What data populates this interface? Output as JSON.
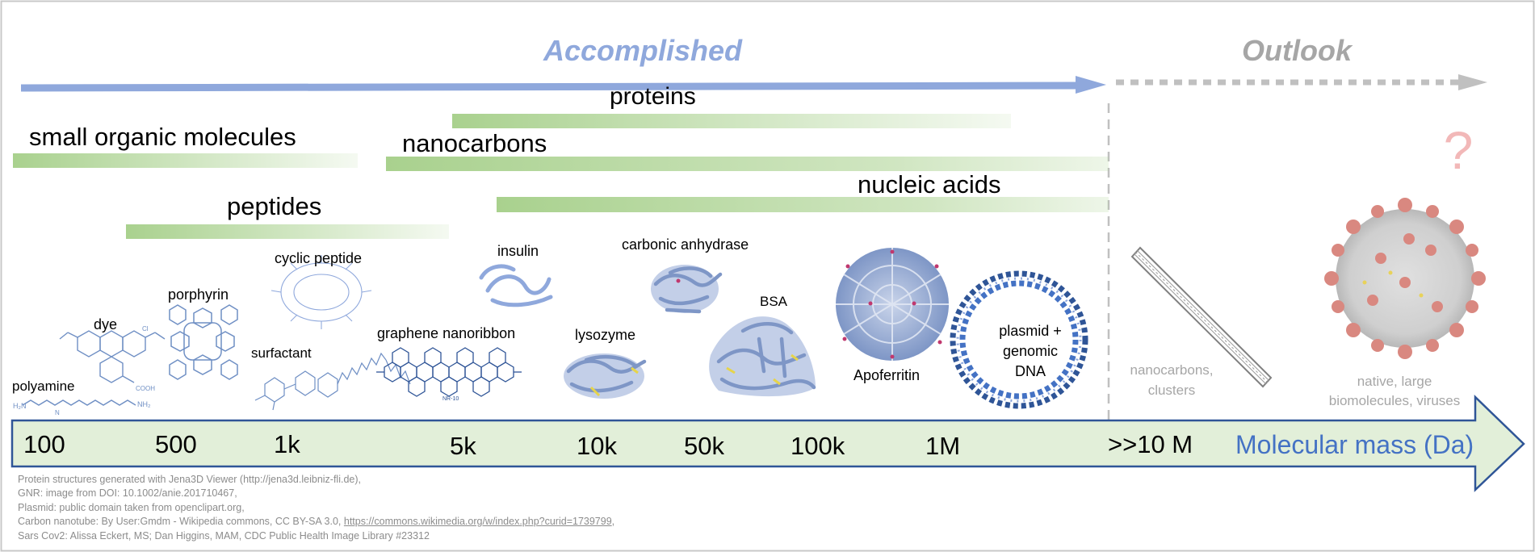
{
  "headers": {
    "accomplished": "Accomplished",
    "outlook": "Outlook",
    "question": "?"
  },
  "categories": [
    {
      "id": "proteins",
      "label": "proteins"
    },
    {
      "id": "small",
      "label": "small organic molecules"
    },
    {
      "id": "nanocarbons",
      "label": "nanocarbons"
    },
    {
      "id": "nucleic",
      "label": "nucleic acids"
    },
    {
      "id": "peptides",
      "label": "peptides"
    }
  ],
  "examples": {
    "polyamine": "polyamine",
    "dye": "dye",
    "porphyrin": "porphyrin",
    "cyclic_peptide": "cyclic peptide",
    "surfactant": "surfactant",
    "graphene": "graphene nanoribbon",
    "insulin": "insulin",
    "carbonic": "carbonic anhydrase",
    "lysozyme": "lysozyme",
    "bsa": "BSA",
    "apoferritin": "Apoferritin",
    "plasmid": [
      "plasmid +",
      "genomic",
      "DNA"
    ],
    "nano_clusters": [
      "nanocarbons,",
      "clusters"
    ],
    "native": [
      "native, large",
      "biomolecules, viruses"
    ]
  },
  "axis": {
    "ticks": [
      "100",
      "500",
      "1k",
      "5k",
      "10k",
      "50k",
      "100k",
      "1M",
      ">>10 M"
    ],
    "label": "Molecular mass (Da)"
  },
  "credits": {
    "line1": "Protein structures generated with Jena3D Viewer (http://jena3d.leibniz-fli.de),",
    "line2": "GNR: image from DOI: 10.1002/anie.201710467,",
    "line3": "Plasmid: public domain taken from openclipart.org,",
    "line4_pre": "Carbon nanotube: By User:Gmdm - Wikipedia commons, CC BY-SA 3.0, ",
    "line4_link": "https://commons.wikimedia.org/w/index.php?curid=1739799",
    "line4_post": ",",
    "line5": "Sars Cov2: Alissa Eckert, MS; Dan Higgins, MAM, CDC Public Health Image Library #23312"
  },
  "colors": {
    "accomplished": "#8fa8dc",
    "outlook": "#a6a6a6",
    "bar_green": "#a9d18e",
    "axis_fill": "#e2efd9",
    "axis_stroke": "#2f5597",
    "axis_label": "#4472c4",
    "molecule": "#6f8fc4",
    "virus": "#d98880"
  }
}
